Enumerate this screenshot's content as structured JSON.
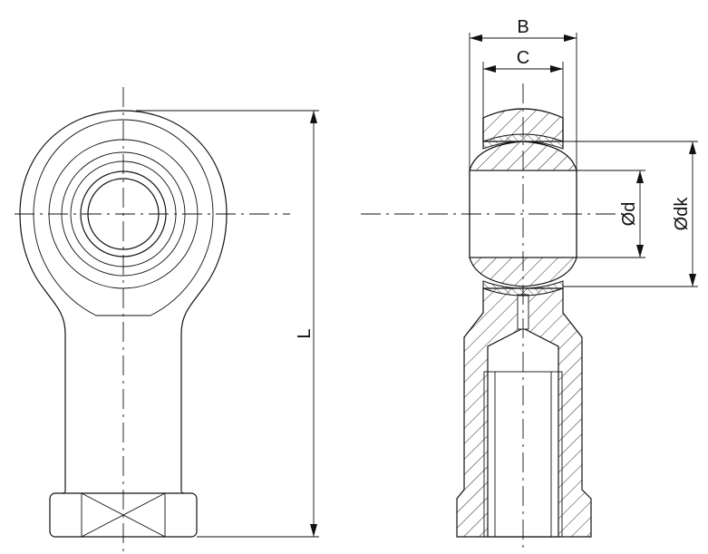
{
  "dimensions": {
    "B": "B",
    "C": "C",
    "d": "Ød",
    "dk": "Ødk",
    "L": "L"
  },
  "colors": {
    "line": "#111111",
    "background": "#ffffff"
  }
}
